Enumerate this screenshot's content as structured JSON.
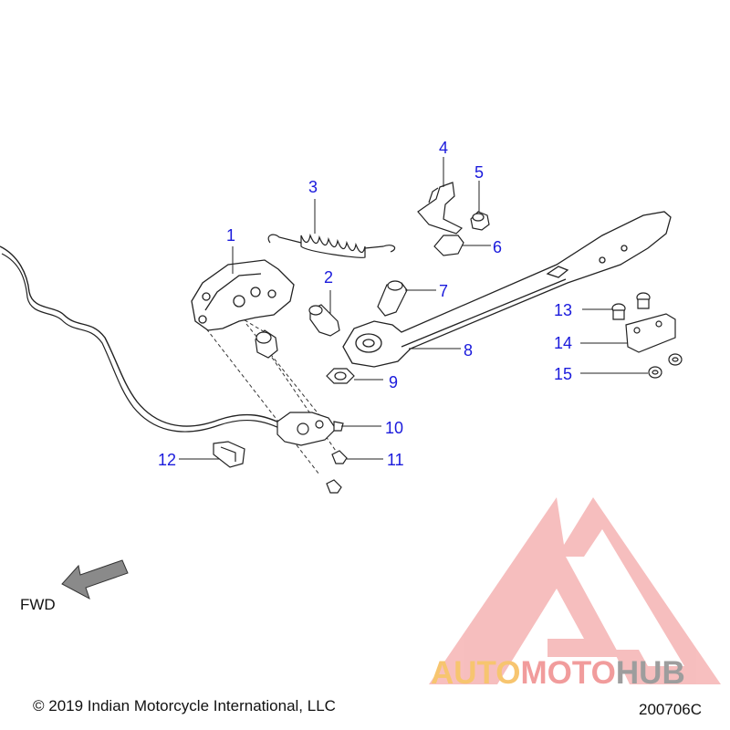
{
  "callouts": {
    "c1": "1",
    "c2": "2",
    "c3": "3",
    "c4": "4",
    "c5": "5",
    "c6": "6",
    "c7": "7",
    "c8": "8",
    "c9": "9",
    "c10": "10",
    "c11": "11",
    "c12": "12",
    "c13": "13",
    "c14": "14",
    "c15": "15"
  },
  "direction": {
    "label": "FWD"
  },
  "footer": {
    "copyright": "© 2019 Indian Motorcycle International, LLC",
    "diagram_number": "200706C"
  },
  "watermark": {
    "part1": "AUTO",
    "part2": "MOTO",
    "part3": "HUB",
    "colors": {
      "auto": "#f7c56f",
      "moto": "#f19c9c",
      "hub": "#9d9d9d",
      "logo": "#f19c9c"
    }
  },
  "colors": {
    "callout": "#1a1adc",
    "line": "#222222",
    "arrow_fill": "#8a8a8a"
  }
}
